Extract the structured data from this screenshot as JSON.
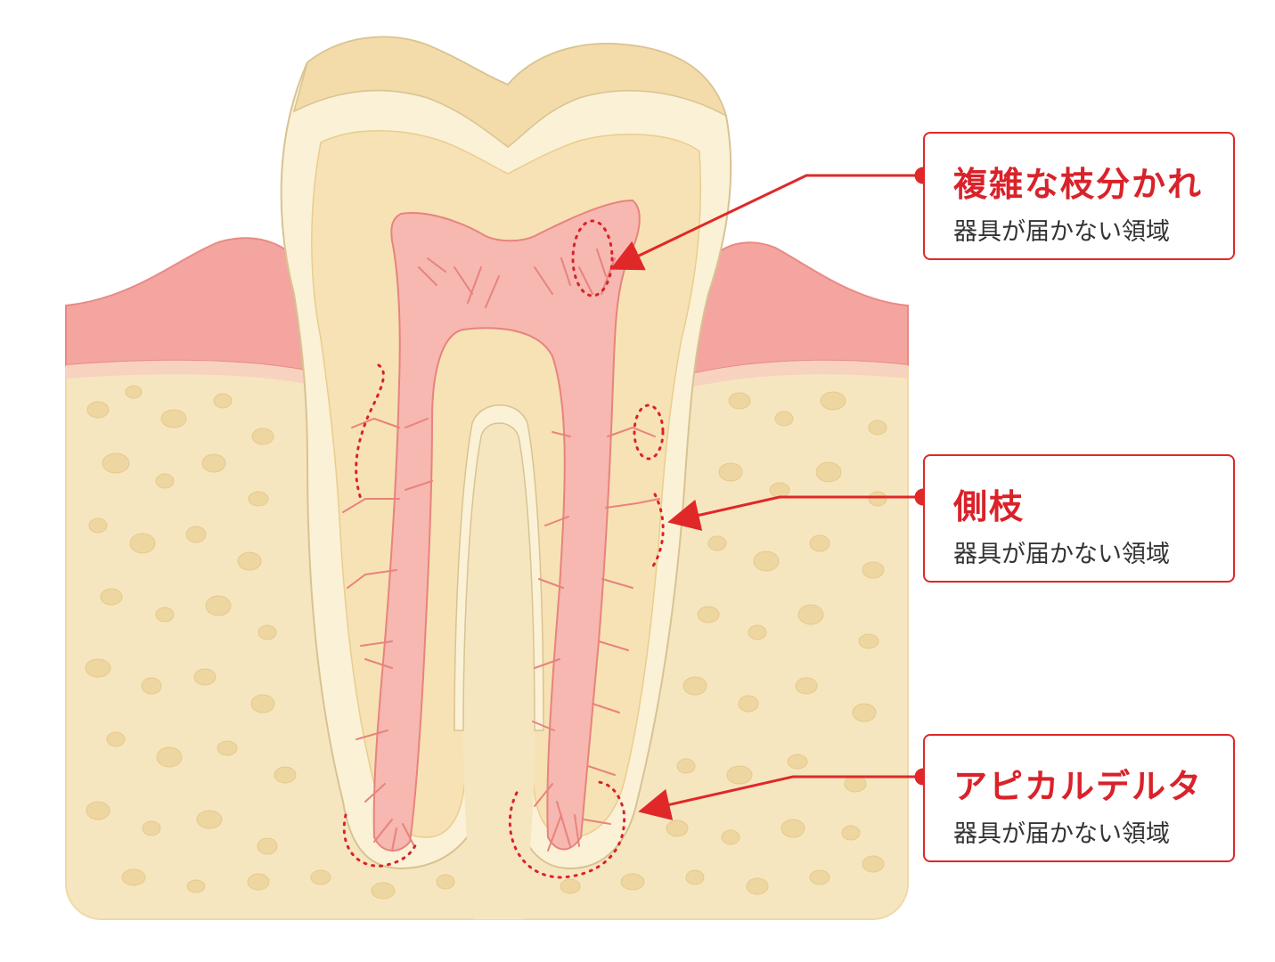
{
  "callouts": [
    {
      "title": "複雑な枝分かれ",
      "subtitle": "器具が届かない領域"
    },
    {
      "title": "側枝",
      "subtitle": "器具が届かない領域"
    },
    {
      "title": "アピカルデルタ",
      "subtitle": "器具が届かない領域"
    }
  ],
  "colors": {
    "accent": "#e02828",
    "bone": "#f6e6c0",
    "gum": "#f4a5a0",
    "enamel": "#fbf1d6",
    "dentin": "#f7e2b5",
    "pulp": "#f6b8b1",
    "canal": "#e8837d"
  }
}
